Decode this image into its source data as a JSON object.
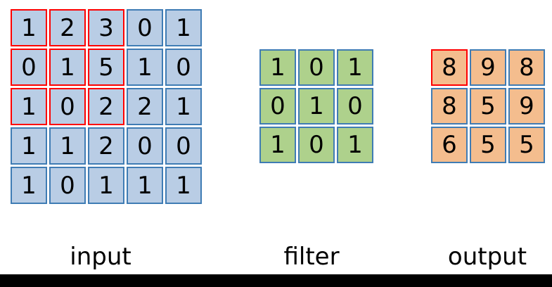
{
  "colors": {
    "input_fill": "#b9cde5",
    "filter_fill": "#aed18c",
    "output_fill": "#f4bd8e",
    "cell_border": "#3f7cb4",
    "highlight_border": "#ff0000",
    "text": "#000000",
    "background": "#ffffff",
    "bottom_bar": "#000000"
  },
  "matrices": {
    "input": {
      "caption": "input",
      "rows": 5,
      "cols": 5,
      "values": [
        [
          1,
          2,
          3,
          0,
          1
        ],
        [
          0,
          1,
          5,
          1,
          0
        ],
        [
          1,
          0,
          2,
          2,
          1
        ],
        [
          1,
          1,
          2,
          0,
          0
        ],
        [
          1,
          0,
          1,
          1,
          1
        ]
      ],
      "highlight": [
        [
          true,
          true,
          true,
          false,
          false
        ],
        [
          true,
          true,
          true,
          false,
          false
        ],
        [
          true,
          true,
          true,
          false,
          false
        ],
        [
          false,
          false,
          false,
          false,
          false
        ],
        [
          false,
          false,
          false,
          false,
          false
        ]
      ]
    },
    "filter": {
      "caption": "filter",
      "rows": 3,
      "cols": 3,
      "values": [
        [
          1,
          0,
          1
        ],
        [
          0,
          1,
          0
        ],
        [
          1,
          0,
          1
        ]
      ],
      "highlight": [
        [
          false,
          false,
          false
        ],
        [
          false,
          false,
          false
        ],
        [
          false,
          false,
          false
        ]
      ]
    },
    "output": {
      "caption": "output",
      "rows": 3,
      "cols": 3,
      "values": [
        [
          8,
          9,
          8
        ],
        [
          8,
          5,
          9
        ],
        [
          6,
          5,
          5
        ]
      ],
      "highlight": [
        [
          true,
          false,
          false
        ],
        [
          false,
          false,
          false
        ],
        [
          false,
          false,
          false
        ]
      ]
    }
  }
}
